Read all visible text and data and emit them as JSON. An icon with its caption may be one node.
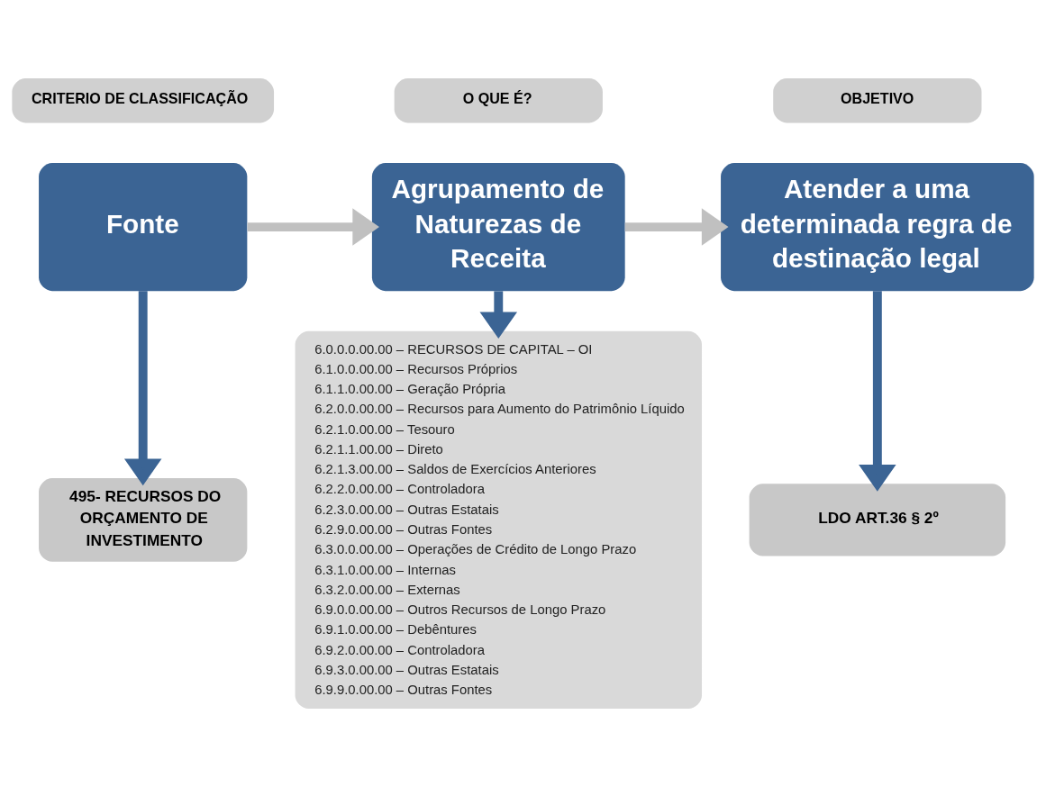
{
  "diagram": {
    "nodes": [
      {
        "text": [
          "CRITERIO DE CLASSIFICAÇÃO"
        ]
      },
      {
        "text": [
          "O QUE É?"
        ]
      },
      {
        "text": [
          "OBJETIVO"
        ]
      },
      {
        "text": [
          "Fonte"
        ]
      },
      {
        "text": [
          "Agrupamento de Naturezas de Receita"
        ]
      },
      {
        "text": [
          "Atender a uma determinada regra de destinação legal"
        ]
      },
      {
        "text": [
          "495- RECURSOS DO ORÇAMENTO DE INVESTIMENTO"
        ]
      },
      {
        "text": [
          "6.0.0.0.00.00 – RECURSOS DE CAPITAL – OI",
          "6.1.0.0.00.00 – Recursos Próprios",
          "6.1.1.0.00.00 – Geração Própria",
          "6.2.0.0.00.00 – Recursos para Aumento do Patrimônio Líquido",
          "6.2.1.0.00.00 – Tesouro",
          "6.2.1.1.00.00 – Direto",
          "6.2.1.3.00.00 – Saldos de Exercícios Anteriores",
          "6.2.2.0.00.00 – Controladora",
          "6.2.3.0.00.00 – Outras Estatais",
          "6.2.9.0.00.00 – Outras Fontes",
          "6.3.0.0.00.00 – Operações de Crédito de Longo Prazo",
          "6.3.1.0.00.00 – Internas",
          "6.3.2.0.00.00 – Externas",
          "6.9.0.0.00.00 – Outros Recursos de Longo Prazo",
          "6.9.1.0.00.00 – Debêntures",
          "6.9.2.0.00.00 – Controladora",
          "6.9.3.0.00.00 – Outras Estatais",
          "6.9.9.0.00.00 – Outras Fontes"
        ]
      },
      {
        "text": [
          "LDO ART.36 § 2º"
        ]
      }
    ],
    "edges": [
      {
        "from": 3,
        "to": 4,
        "arrow": "to",
        "color": "#c0c0c0"
      },
      {
        "from": 4,
        "to": 5,
        "arrow": "to",
        "color": "#c0c0c0"
      },
      {
        "from": 3,
        "to": 6,
        "arrow": "to"
      },
      {
        "from": 4,
        "to": 7,
        "arrow": "to"
      },
      {
        "from": 5,
        "to": 8,
        "arrow": "to"
      }
    ]
  }
}
